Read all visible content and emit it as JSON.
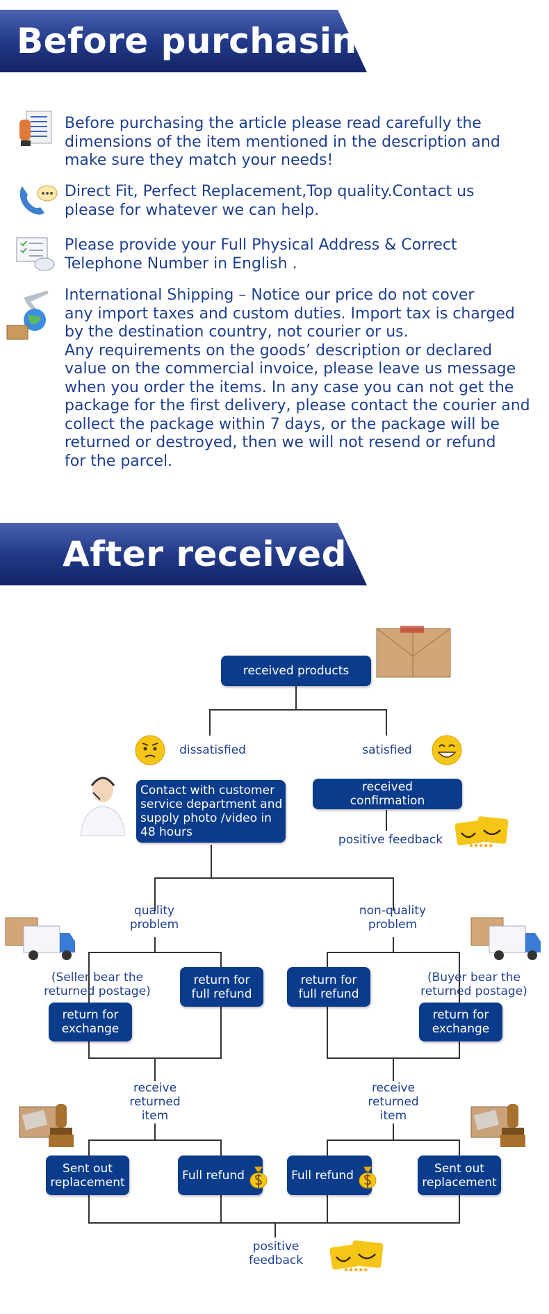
{
  "sections": {
    "before_title": "Before purchasing",
    "after_title": "After received"
  },
  "notices": [
    {
      "icon": "document-icon",
      "lines": [
        "Before purchasing the article please read carefully the",
        "dimensions of the item mentioned in the description and",
        "make sure they match your needs!"
      ]
    },
    {
      "icon": "phone-chat-icon",
      "lines": [
        "Direct Fit, Perfect Replacement,Top quality.Contact us",
        "please for whatever we can help."
      ]
    },
    {
      "icon": "computer-icon",
      "lines": [
        "Please provide your Full Physical Address & Correct",
        "Telephone Number in English ."
      ]
    },
    {
      "icon": "shipping-icon",
      "lines": [
        "International Shipping – Notice our price do not cover",
        "any import taxes and custom duties. Import tax is charged",
        "by the destination country, not courier or us.",
        "Any requirements on the goods’ description or declared",
        "value on the commercial invoice, please leave us message",
        "when you order the items. In any case you can not get the",
        "package for the first delivery, please contact the courier and",
        "collect the package within 7 days, or the package will be",
        "returned or destroyed, then we will not resend or refund",
        "for the parcel."
      ]
    }
  ],
  "flow": {
    "received_products": "received products",
    "dissatisfied": "dissatisfied",
    "satisfied": "satisfied",
    "contact_lines": [
      "Contact with customer",
      "service department and",
      "supply photo /video in",
      "48 hours"
    ],
    "received_confirmation_lines": [
      "received",
      "confirmation"
    ],
    "positive_feedback_top": "positive feedback",
    "quality_problem_lines": [
      "quality",
      "problem"
    ],
    "non_quality_problem_lines": [
      "non-quality",
      "problem"
    ],
    "seller_postage_lines": [
      "(Seller bear the",
      "returned postage)"
    ],
    "buyer_postage_lines": [
      "(Buyer bear the",
      "returned postage)"
    ],
    "return_exchange_lines": [
      "return for",
      "exchange"
    ],
    "return_refund_lines": [
      "return for",
      "full refund"
    ],
    "receive_returned_lines": [
      "receive",
      "returned",
      "item"
    ],
    "sent_out_lines": [
      "Sent out",
      "replacement"
    ],
    "full_refund": "Full refund",
    "positive_feedback_bottom_lines": [
      "positive",
      "feedback"
    ],
    "rating_stars": "★★★★★"
  },
  "colors": {
    "banner": "#1a2f7a",
    "box": "#0b3c8c",
    "text": "#1f3f8f",
    "emoji": "#f5c518"
  }
}
